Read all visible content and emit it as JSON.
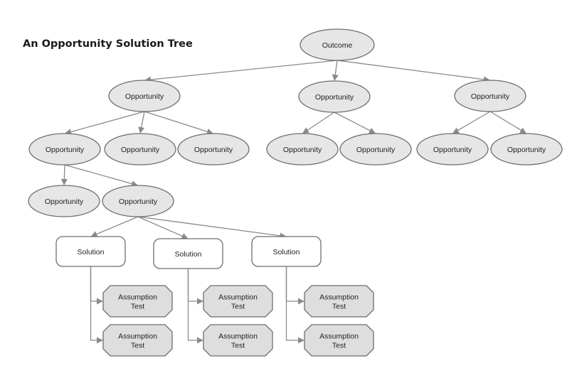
{
  "title": "An Opportunity Solution Tree",
  "nodes": {
    "outcome": "Outcome",
    "opp_a": "Opportunity",
    "opp_b": "Opportunity",
    "opp_c": "Opportunity",
    "opp_a1": "Opportunity",
    "opp_a2": "Opportunity",
    "opp_a3": "Opportunity",
    "opp_b1": "Opportunity",
    "opp_b2": "Opportunity",
    "opp_c1": "Opportunity",
    "opp_c2": "Opportunity",
    "opp_a1_1": "Opportunity",
    "opp_a1_2": "Opportunity",
    "solution_1": "Solution",
    "solution_2": "Solution",
    "solution_3": "Solution",
    "test_1a": [
      "Assumption",
      "Test"
    ],
    "test_1b": [
      "Assumption",
      "Test"
    ],
    "test_2a": [
      "Assumption",
      "Test"
    ],
    "test_2b": [
      "Assumption",
      "Test"
    ],
    "test_3a": [
      "Assumption",
      "Test"
    ],
    "test_3b": [
      "Assumption",
      "Test"
    ]
  },
  "edges": [
    [
      "outcome",
      "opp_a"
    ],
    [
      "outcome",
      "opp_b"
    ],
    [
      "outcome",
      "opp_c"
    ],
    [
      "opp_a",
      "opp_a1"
    ],
    [
      "opp_a",
      "opp_a2"
    ],
    [
      "opp_a",
      "opp_a3"
    ],
    [
      "opp_b",
      "opp_b1"
    ],
    [
      "opp_b",
      "opp_b2"
    ],
    [
      "opp_c",
      "opp_c1"
    ],
    [
      "opp_c",
      "opp_c2"
    ],
    [
      "opp_a1",
      "opp_a1_1"
    ],
    [
      "opp_a1",
      "opp_a1_2"
    ],
    [
      "opp_a1_2",
      "solution_1"
    ],
    [
      "opp_a1_2",
      "solution_2"
    ],
    [
      "opp_a1_2",
      "solution_3"
    ],
    [
      "solution_1",
      "test_1a"
    ],
    [
      "solution_1",
      "test_1b"
    ],
    [
      "solution_2",
      "test_2a"
    ],
    [
      "solution_2",
      "test_2b"
    ],
    [
      "solution_3",
      "test_3a"
    ],
    [
      "solution_3",
      "test_3b"
    ]
  ],
  "colors": {
    "node_fill": "#e6e6e6",
    "node_stroke": "#6e6e6e",
    "edge": "#8a8a8a",
    "solution_fill": "#ffffff",
    "test_fill": "#dedede"
  }
}
